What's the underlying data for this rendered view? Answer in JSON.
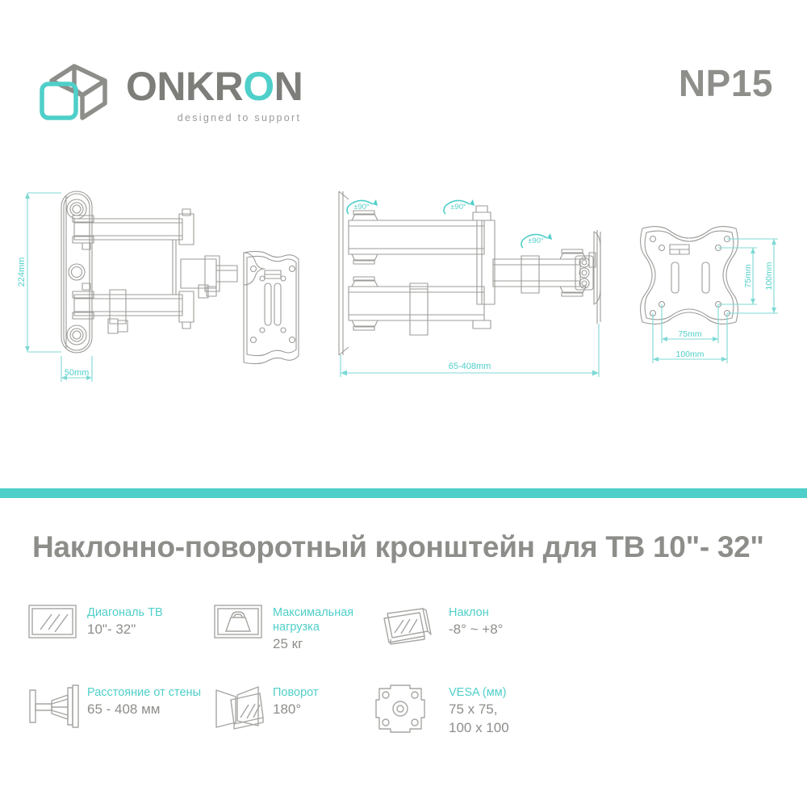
{
  "brand": {
    "logo_icon": "onkron-cube-logo",
    "name_part1": "ONKR",
    "name_accent": "O",
    "name_part3": "N",
    "tagline": "designed to support",
    "teal": "#4fcfc9",
    "gray": "#8d8d8a"
  },
  "model": {
    "number": "NP15"
  },
  "drawings": {
    "side_view": {
      "name": "side-view-drawing",
      "height_label": "224mm",
      "wall_depth_label": "50mm"
    },
    "top_view": {
      "name": "top-view-drawing",
      "rotation_labels": [
        "±90°",
        "±90°",
        "±90°"
      ],
      "extension_label": "65-408mm"
    },
    "vesa_plate": {
      "name": "vesa-plate-drawing",
      "width_inner_label": "75mm",
      "width_outer_label": "100mm",
      "height_inner_label": "75mm",
      "height_outer_label": "100mm"
    }
  },
  "title": "Наклонно-поворотный кронштейн для ТВ 10\"- 32\"",
  "features": [
    {
      "icon": "tv-screen-icon",
      "label": "Диагональ ТВ",
      "value": "10\"- 32\""
    },
    {
      "icon": "weight-icon",
      "label": "Максимальная нагрузка",
      "value": "25 кг"
    },
    {
      "icon": "tilt-icon",
      "label": "Наклон",
      "value": "-8° ~ +8°"
    },
    {
      "icon": "wall-distance-icon",
      "label": "Расстояние от стены",
      "value": "65 - 408 мм"
    },
    {
      "icon": "swivel-icon",
      "label": "Поворот",
      "value": "180°"
    },
    {
      "icon": "vesa-icon",
      "label": "VESA (мм)",
      "value": "75 x 75,\n100 x 100"
    }
  ]
}
